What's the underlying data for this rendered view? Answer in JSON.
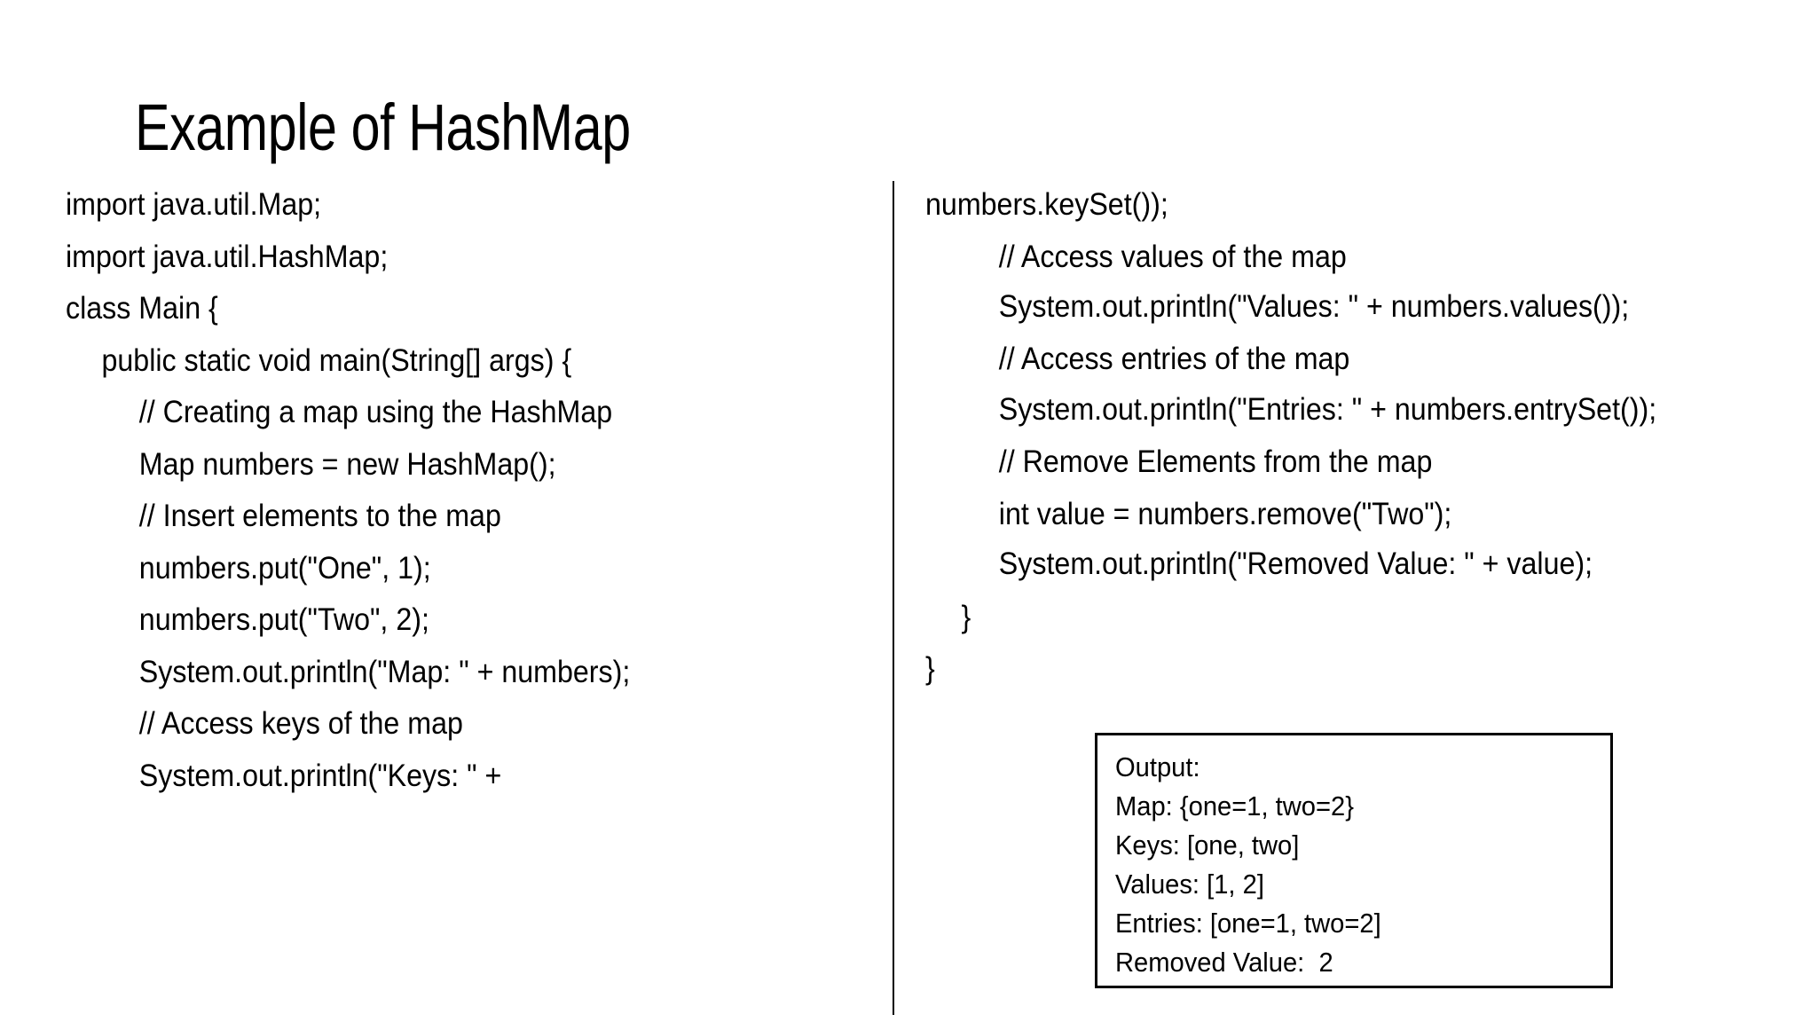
{
  "slide": {
    "title": "Example of HashMap",
    "background_color": "#ffffff",
    "text_color": "#000000",
    "divider_color": "#000000"
  },
  "left_column": {
    "lines": [
      {
        "text": "import java.util.Map;",
        "indent": 0
      },
      {
        "text": "import java.util.HashMap;",
        "indent": 0
      },
      {
        "text": "class Main {",
        "indent": 0
      },
      {
        "text": "public static void main(String[] args) {",
        "indent": 1
      },
      {
        "text": "// Creating a map using the HashMap",
        "indent": 2
      },
      {
        "text": "Map numbers = new HashMap();",
        "indent": 2
      },
      {
        "text": "// Insert elements to the map",
        "indent": 2
      },
      {
        "text": "numbers.put(\"One\", 1);",
        "indent": 2
      },
      {
        "text": "numbers.put(\"Two\", 2);",
        "indent": 2
      },
      {
        "text": "System.out.println(\"Map: \" + numbers);",
        "indent": 2
      },
      {
        "text": "// Access keys of the map",
        "indent": 2
      },
      {
        "text": "System.out.println(\"Keys: \" +",
        "indent": 2
      }
    ]
  },
  "right_column": {
    "lines": [
      {
        "text": "numbers.keySet());",
        "indent": 0
      },
      {
        "text": "// Access values of the map",
        "indent": 2
      },
      {
        "text": "System.out.println(\"Values: \" + numbers.values());",
        "indent": 2,
        "wrapped": true
      },
      {
        "text": "// Access entries of the map",
        "indent": 2
      },
      {
        "text": "System.out.println(\"Entries: \" + numbers.entrySet());",
        "indent": 2,
        "wrapped": true
      },
      {
        "text": "// Remove Elements from the map",
        "indent": 2
      },
      {
        "text": "int value = numbers.remove(\"Two\");",
        "indent": 2
      },
      {
        "text": "System.out.println(\"Removed Value: \" + value);",
        "indent": 2,
        "wrapped": true
      },
      {
        "text": "}",
        "indent": 1
      },
      {
        "text": "}",
        "indent": 0
      }
    ]
  },
  "output_box": {
    "lines": [
      "Output:",
      "Map: {one=1, two=2}",
      "Keys: [one, two]",
      "Values: [1, 2]",
      "Entries: [one=1, two=2]",
      "Removed Value:  2"
    ]
  }
}
